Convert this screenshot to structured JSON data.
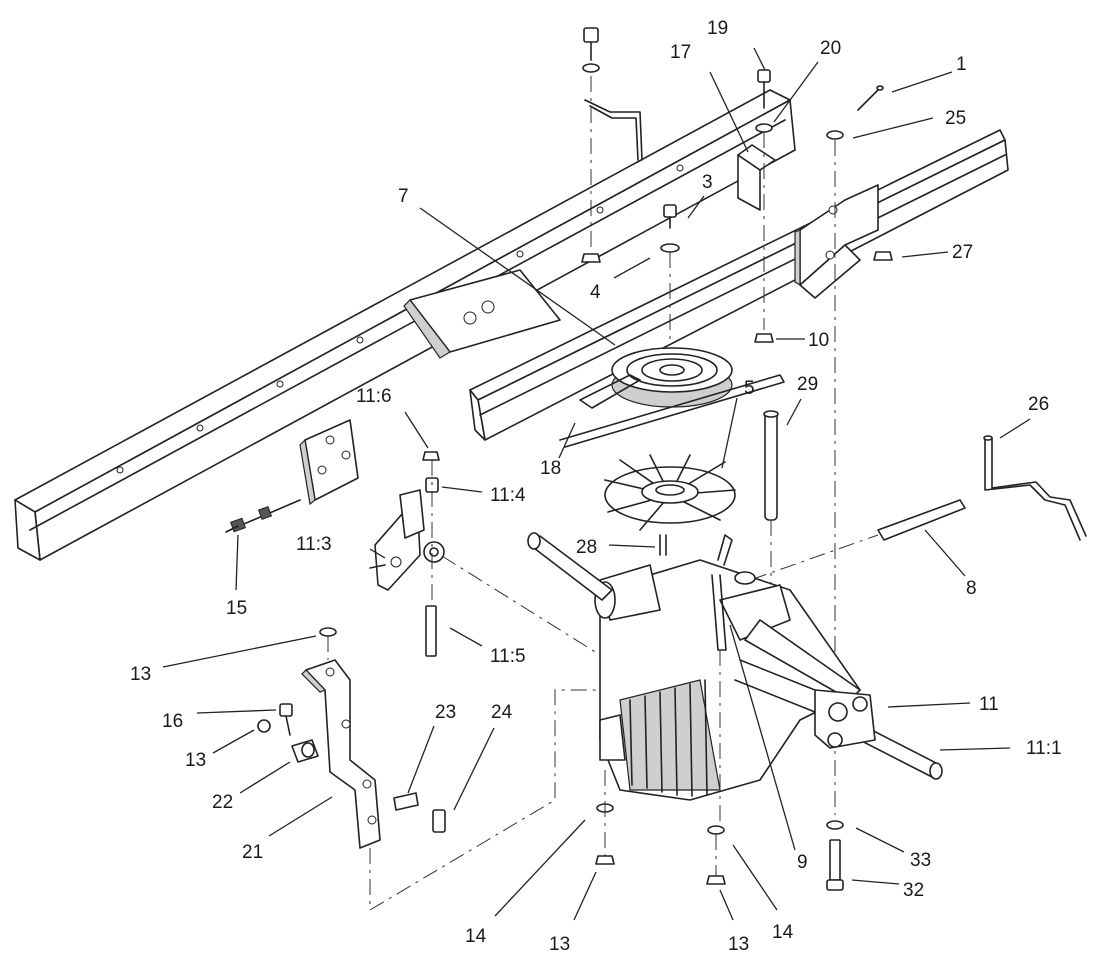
{
  "labels": {
    "l1": "1",
    "l3": "3",
    "l4": "4",
    "l5": "5",
    "l7": "7",
    "l8": "8",
    "l9": "9",
    "l10": "10",
    "l11": "11",
    "l11_1": "11:1",
    "l11_3": "11:3",
    "l11_4": "11:4",
    "l11_5": "11:5",
    "l11_6": "11:6",
    "l13a": "13",
    "l13b": "13",
    "l13c": "13",
    "l13d": "13",
    "l14a": "14",
    "l14b": "14",
    "l15": "15",
    "l16": "16",
    "l17": "17",
    "l18": "18",
    "l19": "19",
    "l20": "20",
    "l21": "21",
    "l22": "22",
    "l23": "23",
    "l24": "24",
    "l25": "25",
    "l26": "26",
    "l27": "27",
    "l28": "28",
    "l29": "29",
    "l32": "32",
    "l33": "33"
  }
}
